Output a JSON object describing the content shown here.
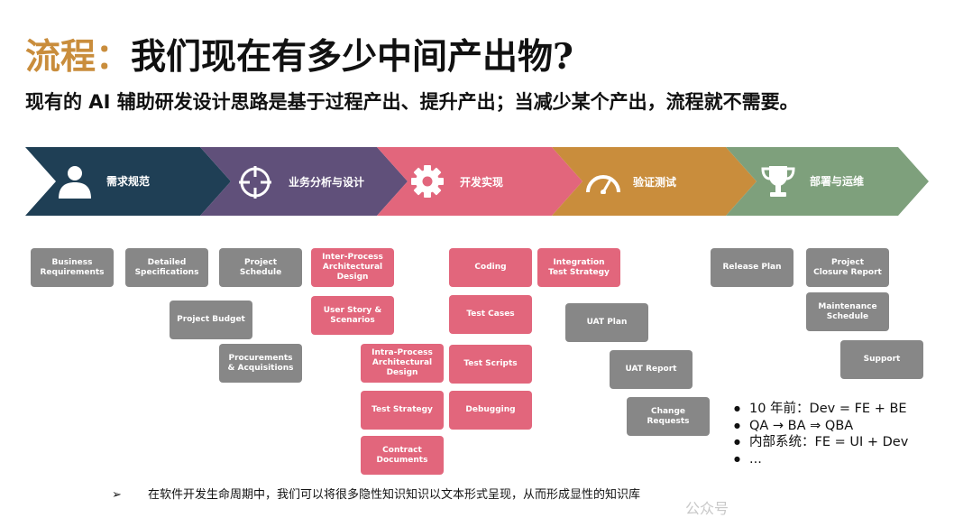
{
  "title": {
    "accent": "流程：",
    "main": "我们现在有多少中间产出物?"
  },
  "subtitle": "现有的 AI 辅助研发设计思路是基于过程产出、提升产出；当减少某个产出，流程就不需要。",
  "stages": [
    {
      "label": "需求规范",
      "icon": "person-icon",
      "color": "#1f3f55"
    },
    {
      "label": "业务分析与设计",
      "icon": "crosshair-icon",
      "color": "#60507a"
    },
    {
      "label": "开发实现",
      "icon": "gear-icon",
      "color": "#e2667c"
    },
    {
      "label": "验证测试",
      "icon": "gauge-icon",
      "color": "#c98d3c"
    },
    {
      "label": "部署与运维",
      "icon": "trophy-icon",
      "color": "#7ea07c"
    }
  ],
  "boxes": [
    {
      "text": "Business\nRequirements",
      "color": "gray"
    },
    {
      "text": "Detailed\nSpecifications",
      "color": "gray"
    },
    {
      "text": "Project\nSchedule",
      "color": "gray"
    },
    {
      "text": "Project Budget",
      "color": "gray"
    },
    {
      "text": "Procurements\n& Acquisitions",
      "color": "gray"
    },
    {
      "text": "Inter-Process\nArchitectural\nDesign",
      "color": "pink"
    },
    {
      "text": "User Story &\nScenarios",
      "color": "pink"
    },
    {
      "text": "Intra-Process\nArchitectural\nDesign",
      "color": "pink"
    },
    {
      "text": "Test Strategy",
      "color": "pink"
    },
    {
      "text": "Contract\nDocuments",
      "color": "pink"
    },
    {
      "text": "Coding",
      "color": "pink"
    },
    {
      "text": "Test Cases",
      "color": "pink"
    },
    {
      "text": "Test Scripts",
      "color": "pink"
    },
    {
      "text": "Debugging",
      "color": "pink"
    },
    {
      "text": "Integration\nTest Strategy",
      "color": "pink"
    },
    {
      "text": "UAT Plan",
      "color": "gray"
    },
    {
      "text": "UAT Report",
      "color": "gray"
    },
    {
      "text": "Change\nRequests",
      "color": "gray"
    },
    {
      "text": "Release Plan",
      "color": "gray"
    },
    {
      "text": "Project\nClosure Report",
      "color": "gray"
    },
    {
      "text": "Maintenance\nSchedule",
      "color": "gray"
    },
    {
      "text": "Support",
      "color": "gray"
    }
  ],
  "notes": [
    "10 年前：Dev = FE + BE",
    "QA → BA ⇒ QBA",
    "内部系统：FE = UI + Dev",
    "..."
  ],
  "footer": {
    "arrow": "➢",
    "text": "在软件开发生命周期中，我们可以将很多隐性知识知识以文本形式呈现，从而形成显性的知识库"
  },
  "watermark": "公众号"
}
